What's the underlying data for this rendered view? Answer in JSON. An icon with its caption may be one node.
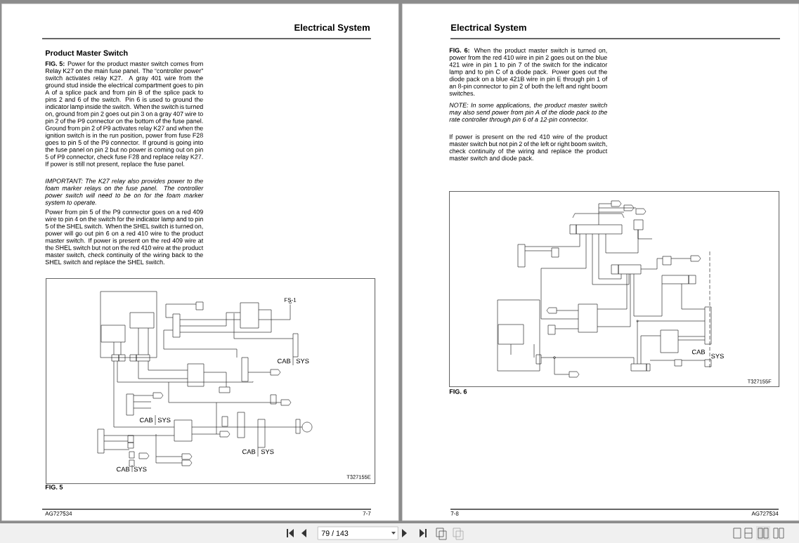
{
  "diagram": {
    "nodes": [
      {
        "text": [
          "Electrical System",
          "Product Master Switch",
          "**FIG. 5:** Power for the product master switch comes from Relay K27 on the main fuse panel. The “controller power” switch activates relay K27. A gray 401 wire from the ground stud inside the electrical compartment goes to pin A of a splice pack and from pin B of the splice pack to pins 2 and 6 of the switch. Pin 6 is used to ground the indicator lamp inside the switch. When the switch is turned on, ground from pin 2 goes out pin 3 on a gray 407 wire to pin 2 of the P9 connector on the bottom of the fuse panel. Ground from pin 2 of P9 activates relay K27 and when the ignition switch is in the run position, power from fuse F28 goes to pin 5 of the P9 connector. If ground is going into the fuse panel on pin 2 but no power is coming out on pin 5 of P9 connector, check fuse F28 and replace relay K27. If power is still not present, replace the fuse panel.",
          "IMPORTANT: The K27 relay also provides power to the foam marker relays on the fuse panel. The controller power switch will need to be on for the foam marker system to operate.",
          "Power from pin 5 of the P9 connector goes on a red 409 wire to pin 4 on the switch for the indicator lamp and to pin 5 of the SHEL switch. When the SHEL switch is turned on, power will go out pin 6 on a red 410 wire to the product master switch. If power is present on the red 409 wire at the SHEL switch but not on the red 410 wire at the product master switch, check continuity of the wiring back to the SHEL switch and replace the SHEL switch.",
          "FIG. 5",
          "AG727534",
          "7-7"
        ]
      },
      {
        "text": [
          "FS-1",
          "CAB",
          "SYS",
          "CAB",
          "SYS",
          "CAB",
          "SYS",
          "CAB",
          "SYS",
          "T327155E"
        ],
        "in": 0
      },
      {
        "text": [
          "Electrical System",
          "**FIG. 6:** When the product master switch is turned on, power from the red 410 wire in pin 2 goes out on the blue 421 wire in pin 1 to pin 7 of the switch for the indicator lamp and to pin C of a diode pack. Power goes out the diode pack on a blue 421B wire in pin E through pin 1 of an 8-pin connector to pin 2 of both the left and right boom switches.",
          "NOTE: In some applications, the product master switch may also send power from pin A of the diode pack to the rate controller through pin 6 of a 12-pin connector.",
          "If power is present on the red 410 wire of the product master switch but not pin 2 of the left or right boom switch, check continuity of the wiring and replace the product master switch and diode pack.",
          "FIG. 6",
          "7-8",
          "AG727534"
        ]
      },
      {
        "text": [
          "CAB",
          "SYS",
          "T327155F"
        ],
        "in": 2
      }
    ],
    "labels": [
      "79 / 143"
    ]
  }
}
